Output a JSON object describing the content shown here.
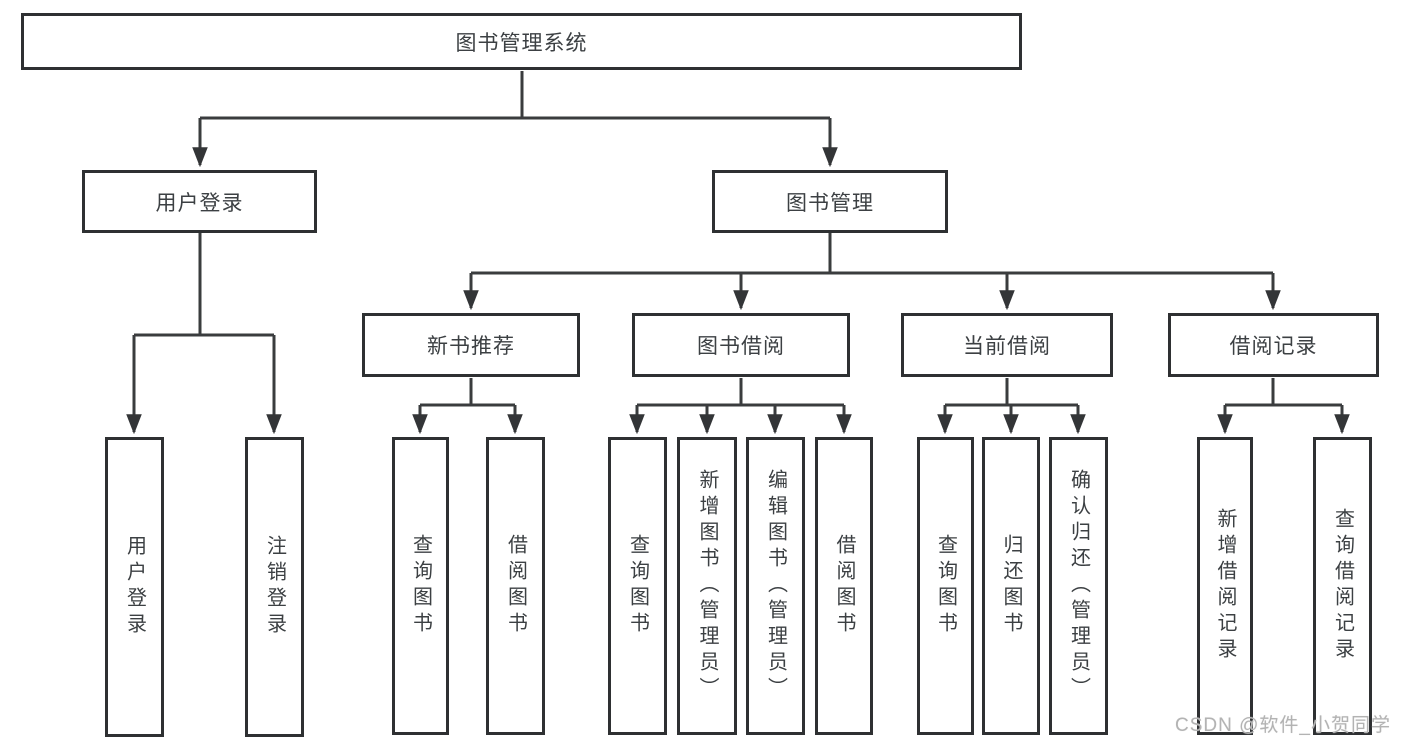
{
  "tree": {
    "root": {
      "label": "图书管理系统"
    },
    "level2": [
      {
        "key": "user-login",
        "label": "用户登录",
        "children": [
          {
            "key": "user-login-leaf",
            "label": "用户登录"
          },
          {
            "key": "logout-leaf",
            "label": "注销登录"
          }
        ]
      },
      {
        "key": "book-management",
        "label": "图书管理",
        "children": [
          {
            "key": "new-book-recommend",
            "label": "新书推荐",
            "children": [
              {
                "key": "query-books",
                "label": "查询图书"
              },
              {
                "key": "borrow-books",
                "label": "借阅图书"
              }
            ]
          },
          {
            "key": "book-borrowing",
            "label": "图书借阅",
            "children": [
              {
                "key": "query-books",
                "label": "查询图书"
              },
              {
                "key": "add-books-admin",
                "label": "新增图书（管理员）"
              },
              {
                "key": "edit-books-admin",
                "label": "编辑图书（管理员）"
              },
              {
                "key": "borrow-books",
                "label": "借阅图书"
              }
            ]
          },
          {
            "key": "current-borrowing",
            "label": "当前借阅",
            "children": [
              {
                "key": "query-books",
                "label": "查询图书"
              },
              {
                "key": "return-books",
                "label": "归还图书"
              },
              {
                "key": "confirm-return-admin",
                "label": "确认归还（管理员）"
              }
            ]
          },
          {
            "key": "borrowing-records",
            "label": "借阅记录",
            "children": [
              {
                "key": "add-borrow-record",
                "label": "新增借阅记录"
              },
              {
                "key": "query-borrow-record",
                "label": "查询借阅记录"
              }
            ]
          }
        ]
      }
    ]
  },
  "watermark": "CSDN @软件_小贺同学",
  "colors": {
    "background": "#ffffff",
    "box_border": "#2e3032",
    "box_fill": "#ffffff",
    "text": "#3c4043",
    "connector_line": "#3a3c3e",
    "arrowhead": "#333537",
    "watermark_text": "#b3b3b3"
  }
}
